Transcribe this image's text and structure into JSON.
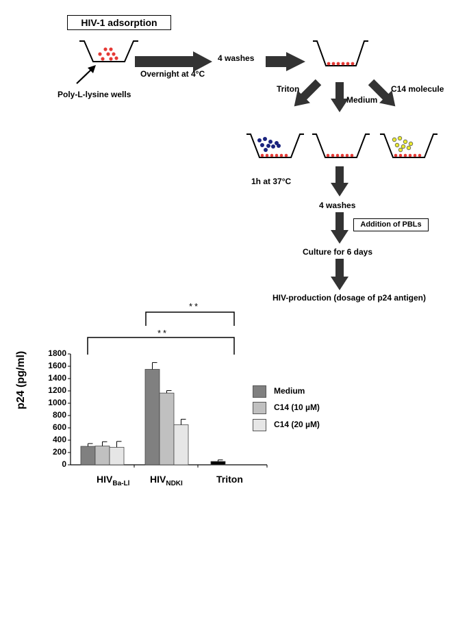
{
  "diagram": {
    "title": "HIV-1 adsorption",
    "wells_label": "Poly-L-lysine wells",
    "step_overnight": "Overnight at 4°C",
    "step_washes_1": "4 washes",
    "branch_triton": "Triton",
    "branch_medium": "Medium",
    "branch_c14": "C14 molecule",
    "step_incubation": "1h at 37°C",
    "step_washes_2": "4 washes",
    "pbl_box": "Addition of PBLs",
    "step_culture": "Culture for 6 days",
    "step_production": "HIV-production (dosage of p24 antigen)"
  },
  "colors": {
    "virus_red": "#e53935",
    "triton_blue": "#1a237e",
    "c14_yellow": "#d4d400",
    "arrow_dark": "#333333"
  },
  "chart_data": {
    "type": "bar",
    "ylabel": "p24 (pg/ml)",
    "ylim": [
      0,
      1800
    ],
    "yticks": [
      "0",
      "200",
      "400",
      "600",
      "800",
      "1000",
      "1200",
      "1400",
      "1600",
      "1800"
    ],
    "categories": [
      {
        "main": "HIV",
        "sub": "Ba-Ll"
      },
      {
        "main": "HIV",
        "sub": "NDKI"
      },
      {
        "main": "Triton",
        "sub": ""
      }
    ],
    "series": [
      {
        "name": "Medium",
        "color": "#808080",
        "values": [
          300,
          1550,
          55
        ],
        "errors": [
          45,
          110,
          25
        ]
      },
      {
        "name": "C14 (10 µM)",
        "color": "#c0c0c0",
        "values": [
          305,
          1165,
          null
        ],
        "errors": [
          70,
          40,
          null
        ]
      },
      {
        "name": "C14 (20 µM)",
        "color": "#e6e6e6",
        "values": [
          285,
          650,
          null
        ],
        "errors": [
          95,
          90,
          null
        ]
      }
    ],
    "triton_bar_color": "#000000",
    "significance": [
      {
        "label": "**",
        "from": "HIV NDKI",
        "to": "Triton"
      },
      {
        "label": "**",
        "from": "HIV Ba-Ll",
        "to": "Triton"
      }
    ],
    "legend_position": "right"
  }
}
